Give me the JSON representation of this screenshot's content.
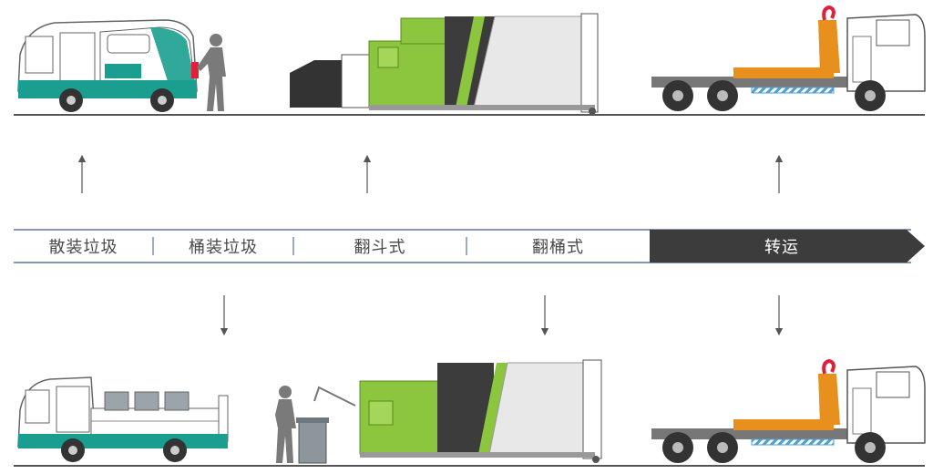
{
  "flow": {
    "stages": [
      {
        "label": "散装垃圾"
      },
      {
        "label": "桶装垃圾"
      },
      {
        "label": "翻斗式"
      },
      {
        "label": "翻桶式"
      },
      {
        "label": "转运"
      }
    ]
  },
  "colors": {
    "accent_green": "#8cc63f",
    "teal": "#1a9e8f",
    "dark_panel": "#3c3c3c",
    "truck_orange": "#e8901e",
    "hook_red": "#e0203a",
    "band_line": "#3a5a8a",
    "ground": "#555555",
    "worker_grey": "#7a7a7a"
  },
  "icons": [
    "sweeper-truck-icon",
    "bin-truck-icon",
    "compactor-icon",
    "hooklift-truck-icon",
    "worker-icon",
    "garbage-bin-icon",
    "arrow-up-icon",
    "arrow-down-icon"
  ]
}
